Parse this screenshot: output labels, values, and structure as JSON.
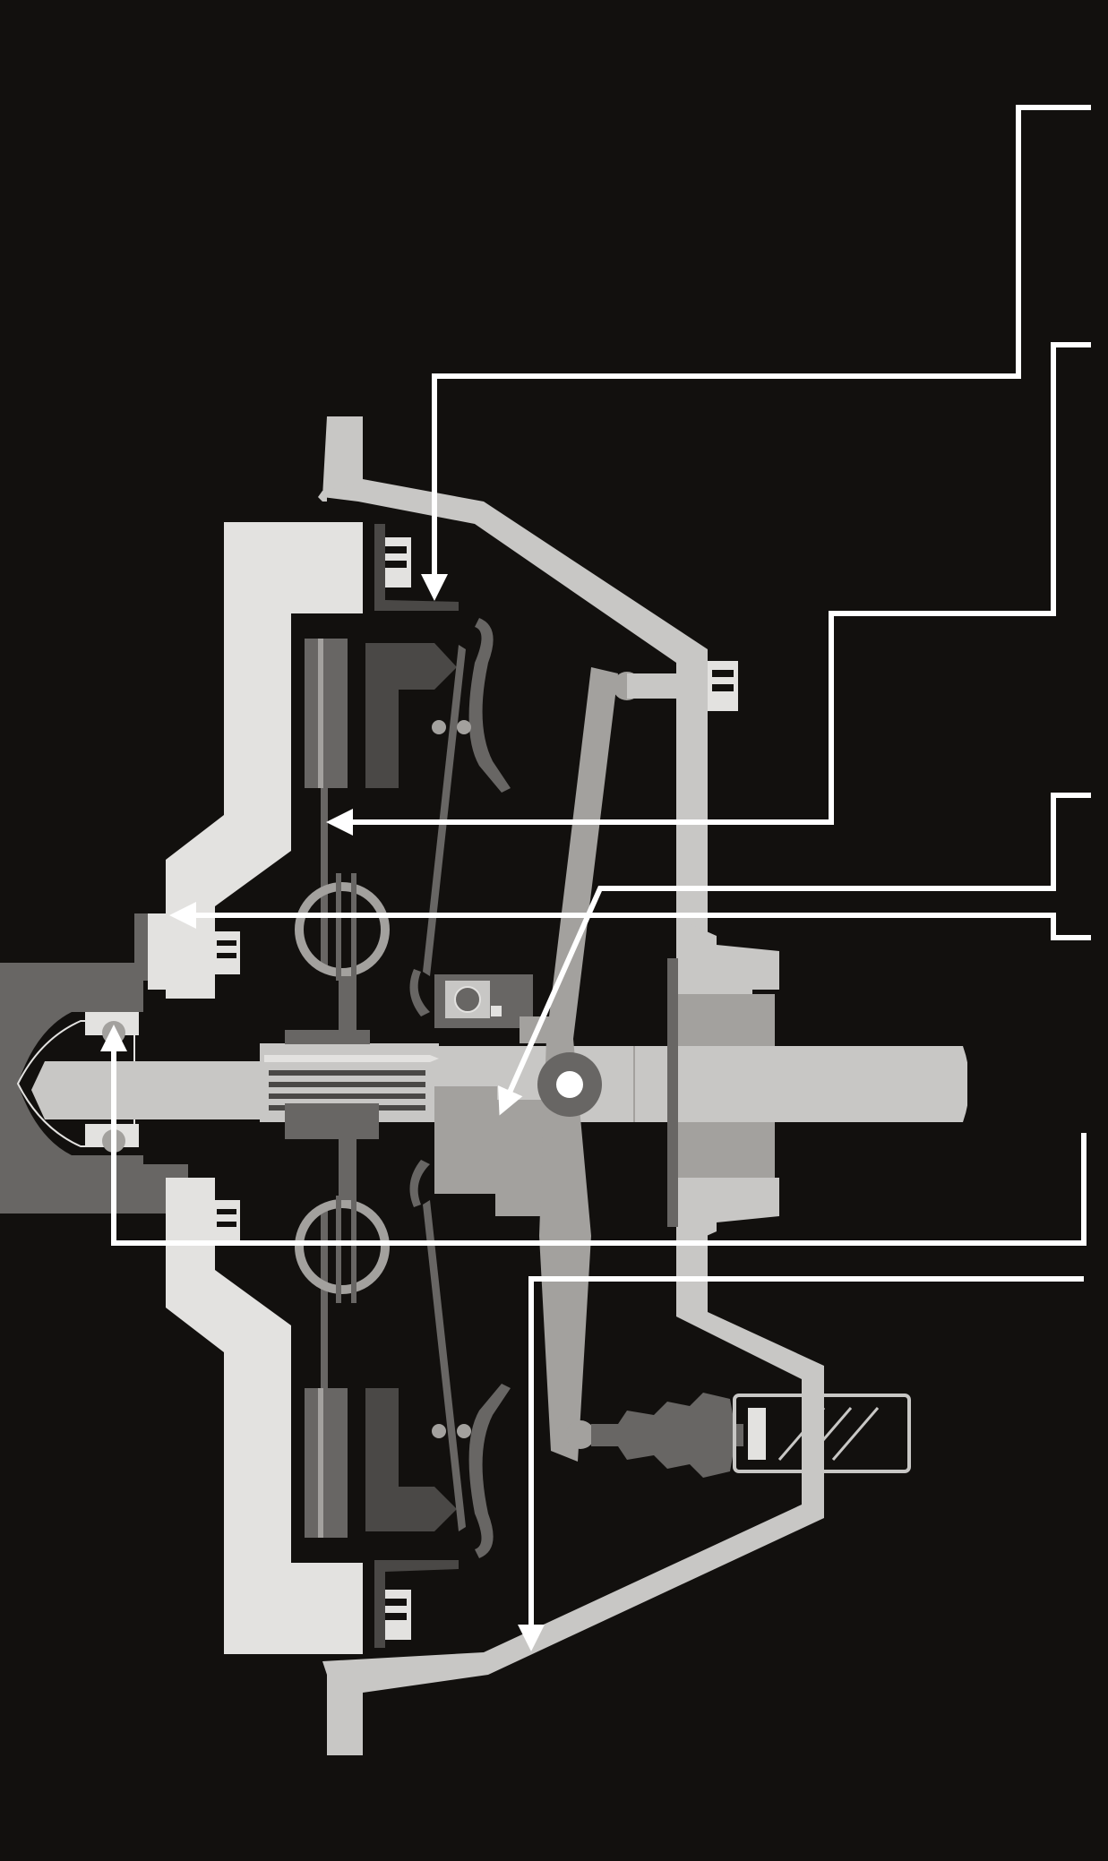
{
  "diagram": {
    "subject": "clutch-assembly-cross-section",
    "labels": [],
    "callouts": [
      {
        "id": "pressure-plate-housing",
        "target": "pressure-plate-housing"
      },
      {
        "id": "clutch-disc",
        "target": "clutch-disc"
      },
      {
        "id": "release-fork",
        "target": "release-fork"
      },
      {
        "id": "flywheel",
        "target": "flywheel"
      },
      {
        "id": "pilot-bearing",
        "target": "pilot-bearing"
      },
      {
        "id": "clutch-cover",
        "target": "clutch-cover"
      }
    ]
  },
  "colors": {
    "background": "#12100e",
    "light_part": "#e3e2e0",
    "mid_part": "#c8c7c5",
    "gray_part": "#a3a19e",
    "dark_part": "#686664",
    "darker_part": "#4a4846",
    "callout_line": "#ffffff"
  }
}
